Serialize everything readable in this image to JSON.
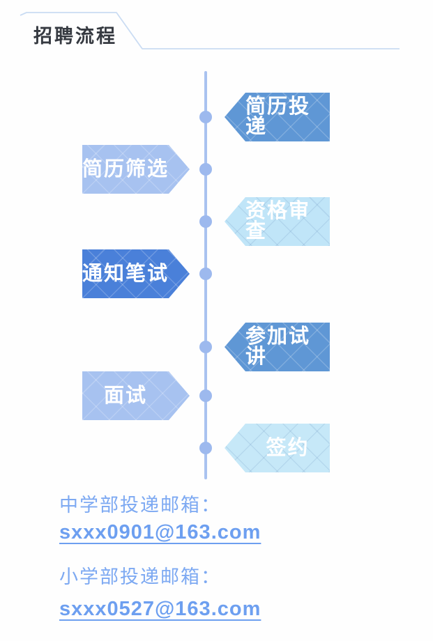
{
  "page": {
    "title": "招聘流程"
  },
  "colors": {
    "title-text": "#363a41",
    "header-line": "#cadcf3",
    "timeline": "#a9c2f0",
    "dot": "#9db9ee",
    "arrow-text": "#ffffff",
    "label-text": "#7da9f2",
    "email-text": "#6d9ff0"
  },
  "process": {
    "steps": [
      {
        "label": "简历投递",
        "side": "right",
        "color": "#5f97d5"
      },
      {
        "label": "简历筛选",
        "side": "left",
        "color": "#a7c2f0"
      },
      {
        "label": "资格审查",
        "side": "right",
        "color": "#c0e5f8"
      },
      {
        "label": "通知笔试",
        "side": "left",
        "color": "#4a80d9"
      },
      {
        "label": "参加试讲",
        "side": "right",
        "color": "#5f97d5"
      },
      {
        "label": "面试",
        "side": "left",
        "color": "#a7c2f0"
      },
      {
        "label": "签约",
        "side": "right",
        "color": "#c6e8f8"
      }
    ]
  },
  "contacts": [
    {
      "label": "中学部投递邮箱：",
      "email": "sxxx0901@163.com"
    },
    {
      "label": "小学部投递邮箱：",
      "email": "sxxx0527@163.com"
    }
  ]
}
